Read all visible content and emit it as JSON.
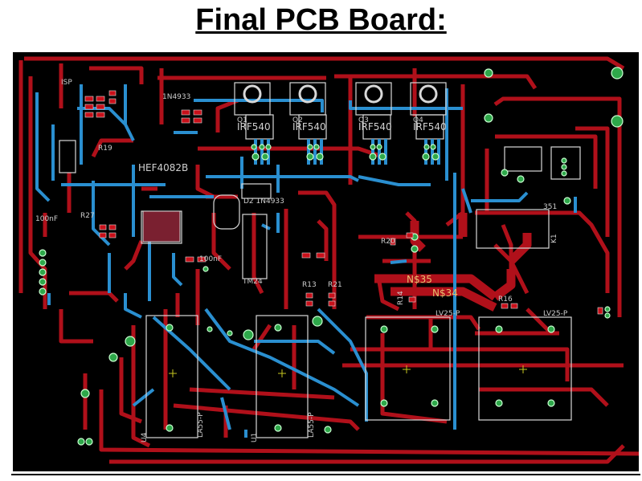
{
  "title": "Final PCB Board:",
  "colors": {
    "background": "#000000",
    "trace_top": "#b0101a",
    "trace_bottom": "#2a8fd0",
    "pad": "#2ea84a",
    "silkscreen": "#d8d8d8"
  },
  "components": {
    "mosfets": [
      {
        "ref": "Q1",
        "part": "IRF540"
      },
      {
        "ref": "Q2",
        "part": "IRF540"
      },
      {
        "ref": "Q3",
        "part": "IRF540"
      },
      {
        "ref": "Q4",
        "part": "IRF540"
      }
    ],
    "mcu": "HEF4082B",
    "diode": "1N4933",
    "diode2": "D2 1N4933",
    "ic_tm": "TM24",
    "relay": "K1",
    "relay_code": "351",
    "connectors": [
      "LV25-P",
      "LV25-P",
      "LA55-P",
      "LA55-P"
    ],
    "nets": [
      "N$35",
      "N$34"
    ],
    "resistors": [
      "R20",
      "R13",
      "R21",
      "R16",
      "R14",
      "R27",
      "R19"
    ],
    "caps": [
      "100nF",
      "100nF"
    ],
    "misc": [
      "ISP",
      "U4",
      "U1"
    ]
  }
}
